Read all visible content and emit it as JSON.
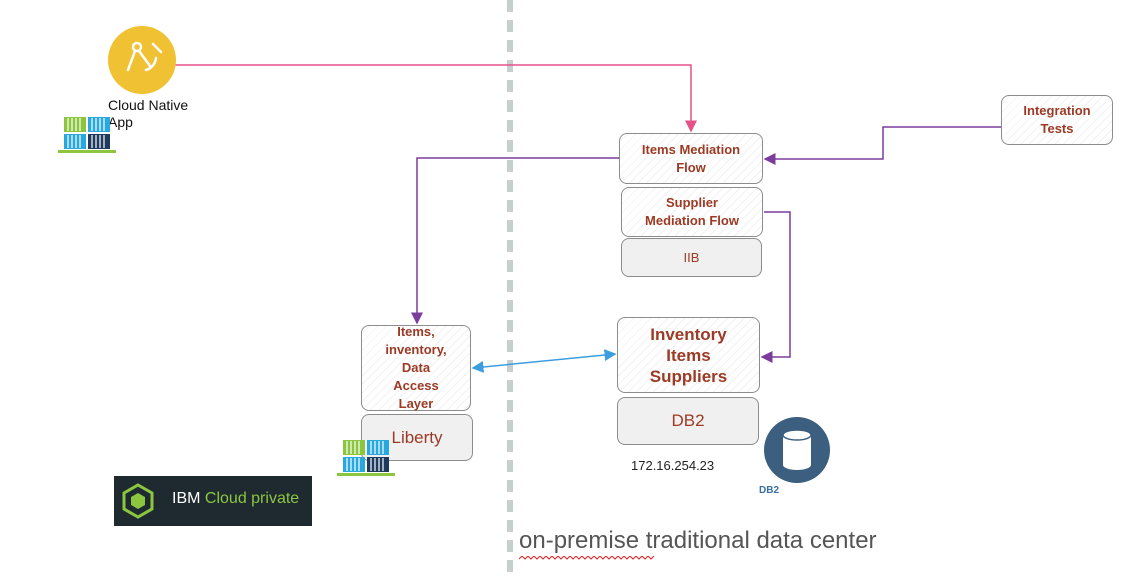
{
  "cloud_app": {
    "label": "Cloud Native\nApp"
  },
  "boxes": {
    "items_mediation": "Items Mediation\nFlow",
    "supplier_mediation": "Supplier\nMediation Flow",
    "iib": "IIB",
    "integration_tests": "Integration\nTests",
    "inventory": "Inventory\nItems\nSuppliers",
    "db2_box": "DB2",
    "dal": "Items,\ninventory,\nData\nAccess\nLayer",
    "liberty": "Liberty"
  },
  "ip_address": "172.16.254.23",
  "db2_icon_label": "DB2",
  "ibm_logo": {
    "ibm": "IBM",
    "cloud_private": "Cloud private"
  },
  "datacenter_caption": "on-premise traditional data center",
  "colors": {
    "pink_link": "#e5528a",
    "purple_link": "#7b3c9c",
    "blue_link": "#3a9ee0",
    "box_text": "#9b3a25",
    "db_icon": "#3c5f7f",
    "cloud_app_circle": "#f0c233",
    "ibm_logo_bg": "#1e2a30",
    "ibm_logo_green": "#8cc63f"
  },
  "icons": [
    "compass-icon",
    "container-stack-icon",
    "database-icon",
    "ibm-cloud-private-logo"
  ]
}
